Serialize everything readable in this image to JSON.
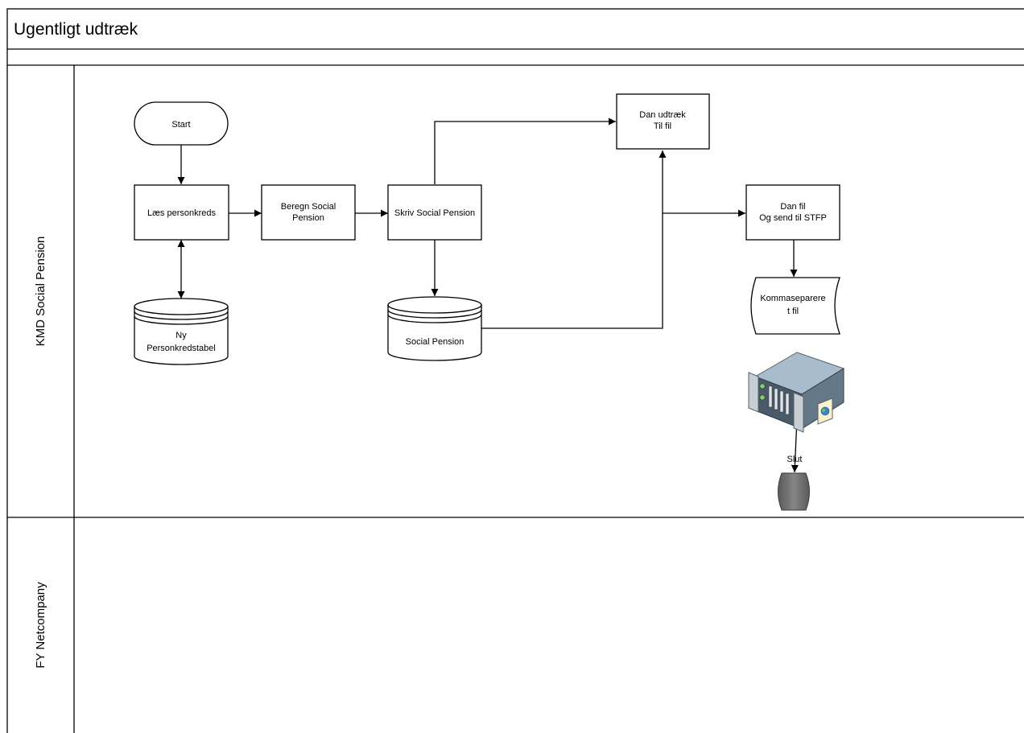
{
  "title": "Ugentligt udtræk",
  "lanes": [
    {
      "label": "KMD Social Pension"
    },
    {
      "label": "FY Netcompany"
    }
  ],
  "nodes": {
    "start": {
      "label": "Start"
    },
    "laes": {
      "label": "Læs personkreds"
    },
    "beregn": {
      "lines": [
        "Beregn Social",
        "Pension"
      ]
    },
    "skriv": {
      "label": "Skriv Social Pension"
    },
    "dan_udtraek": {
      "lines": [
        "Dan udtræk",
        "Til fil"
      ]
    },
    "dan_fil": {
      "lines": [
        "Dan fil",
        "Og send til STFP"
      ]
    },
    "ny_tabel": {
      "lines": [
        "Ny",
        "Personkredstabel"
      ]
    },
    "social_db": {
      "label": "Social Pension"
    },
    "komma": {
      "lines": [
        "Kommaseparere",
        "t fil"
      ]
    },
    "slut": {
      "label": "Slut"
    }
  },
  "icons": {
    "server": "server-icon"
  },
  "colors": {
    "line": "#000000",
    "terminator_end": "#6e6e6e",
    "server_front": "#4b5c6b",
    "server_top": "#9fb2c2"
  }
}
